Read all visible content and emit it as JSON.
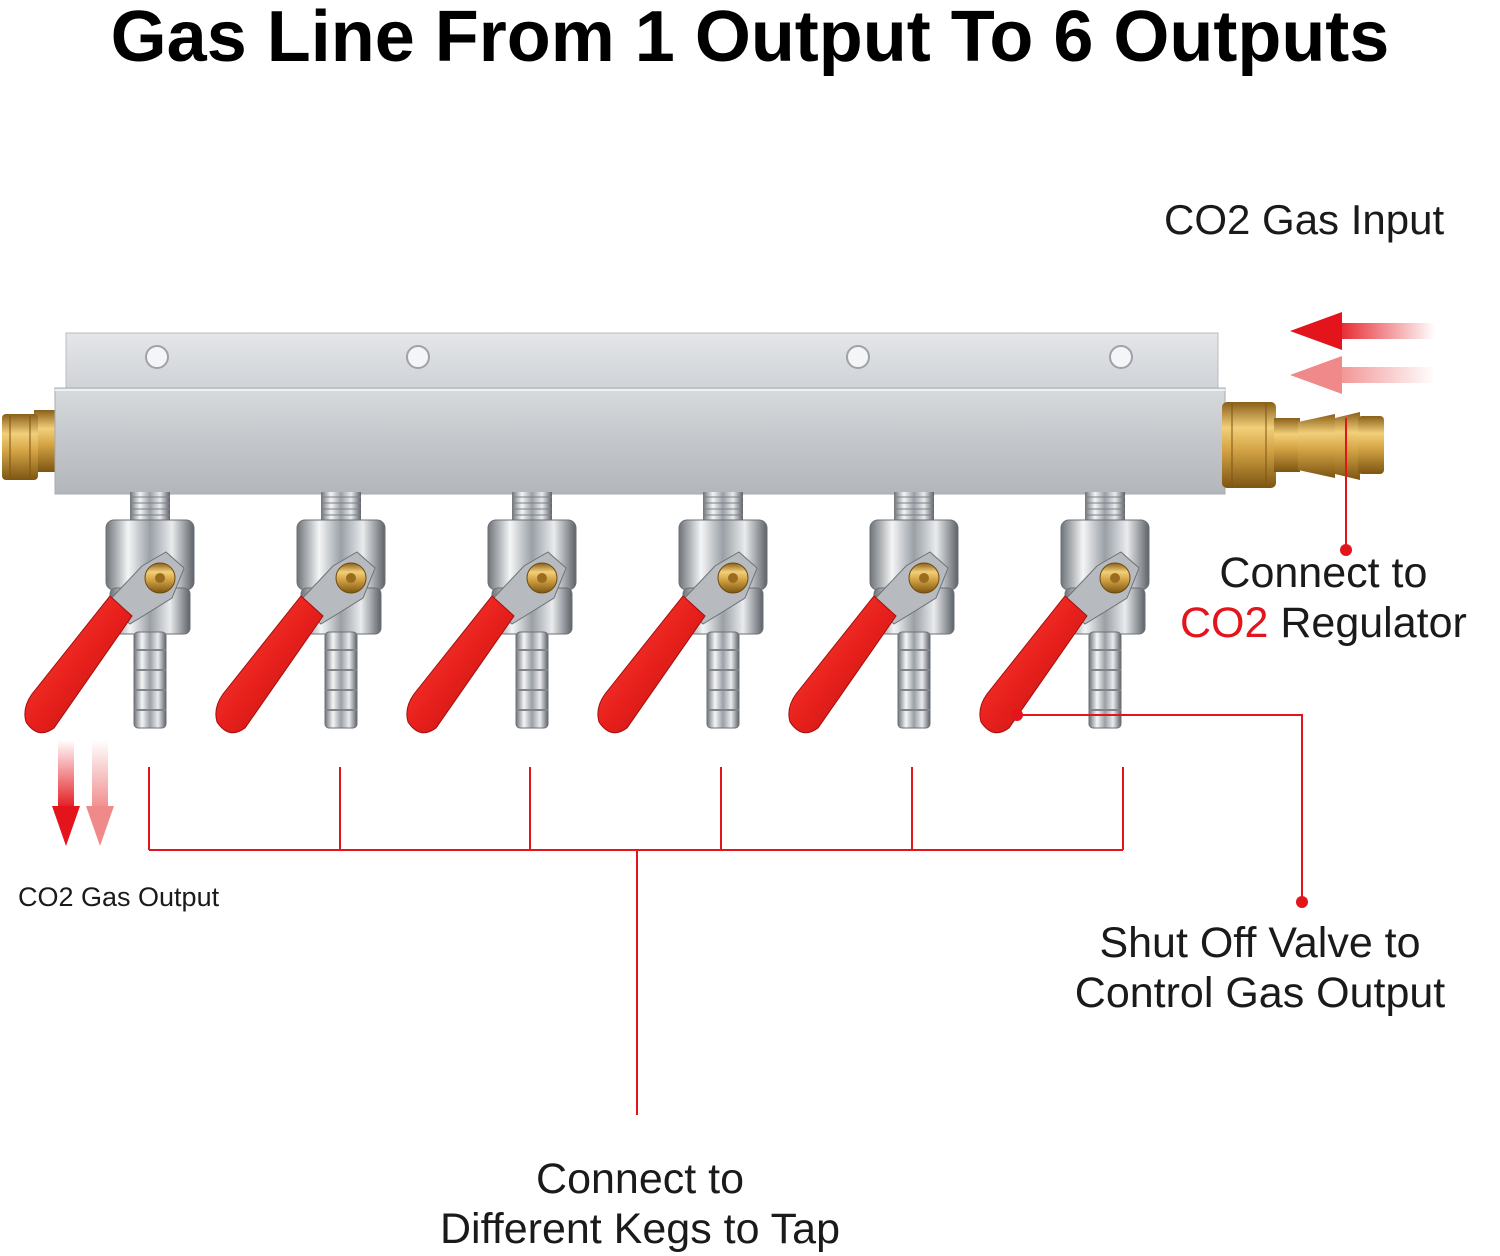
{
  "title": "Gas Line From 1 Output To 6 Outputs",
  "labels": {
    "gas_input": "CO2 Gas Input",
    "regulator_line1": "Connect to",
    "regulator_co2": "CO2",
    "regulator_rest": " Regulator",
    "gas_output": "CO2 Gas Output",
    "shutoff_line1": "Shut Off Valve to",
    "shutoff_line2": "Control Gas Output",
    "kegs_line1": "Connect to",
    "kegs_line2": "Different Kegs to Tap"
  },
  "colors": {
    "accent_red": "#e3141b",
    "valve_handle_red": "#e8201c",
    "aluminum": "#c9ccd0",
    "brass": "#c89a3c"
  },
  "valve_count": 6
}
